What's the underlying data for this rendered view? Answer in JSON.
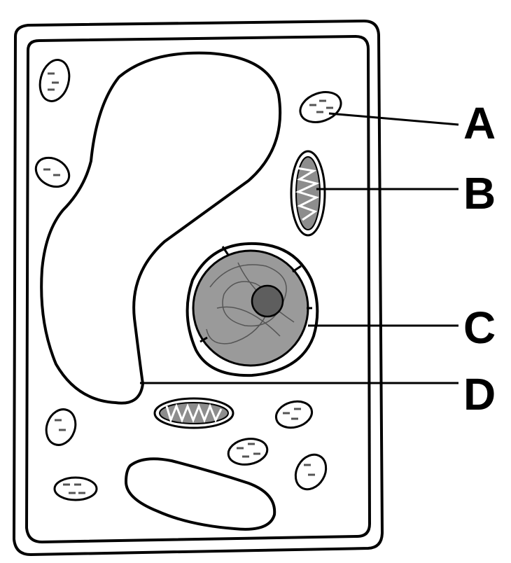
{
  "diagram": {
    "labels": [
      {
        "id": "A",
        "text": "A"
      },
      {
        "id": "B",
        "text": "B"
      },
      {
        "id": "C",
        "text": "C"
      },
      {
        "id": "D",
        "text": "D"
      }
    ]
  },
  "colors": {
    "cytoplasm": "#cfcfcf",
    "nucleus": "#9a9a9a",
    "nucleolus": "#5e5e5e",
    "organelle_fill": "#ffffff",
    "mito_inner": "#8d8d8d",
    "outline": "#000000"
  }
}
